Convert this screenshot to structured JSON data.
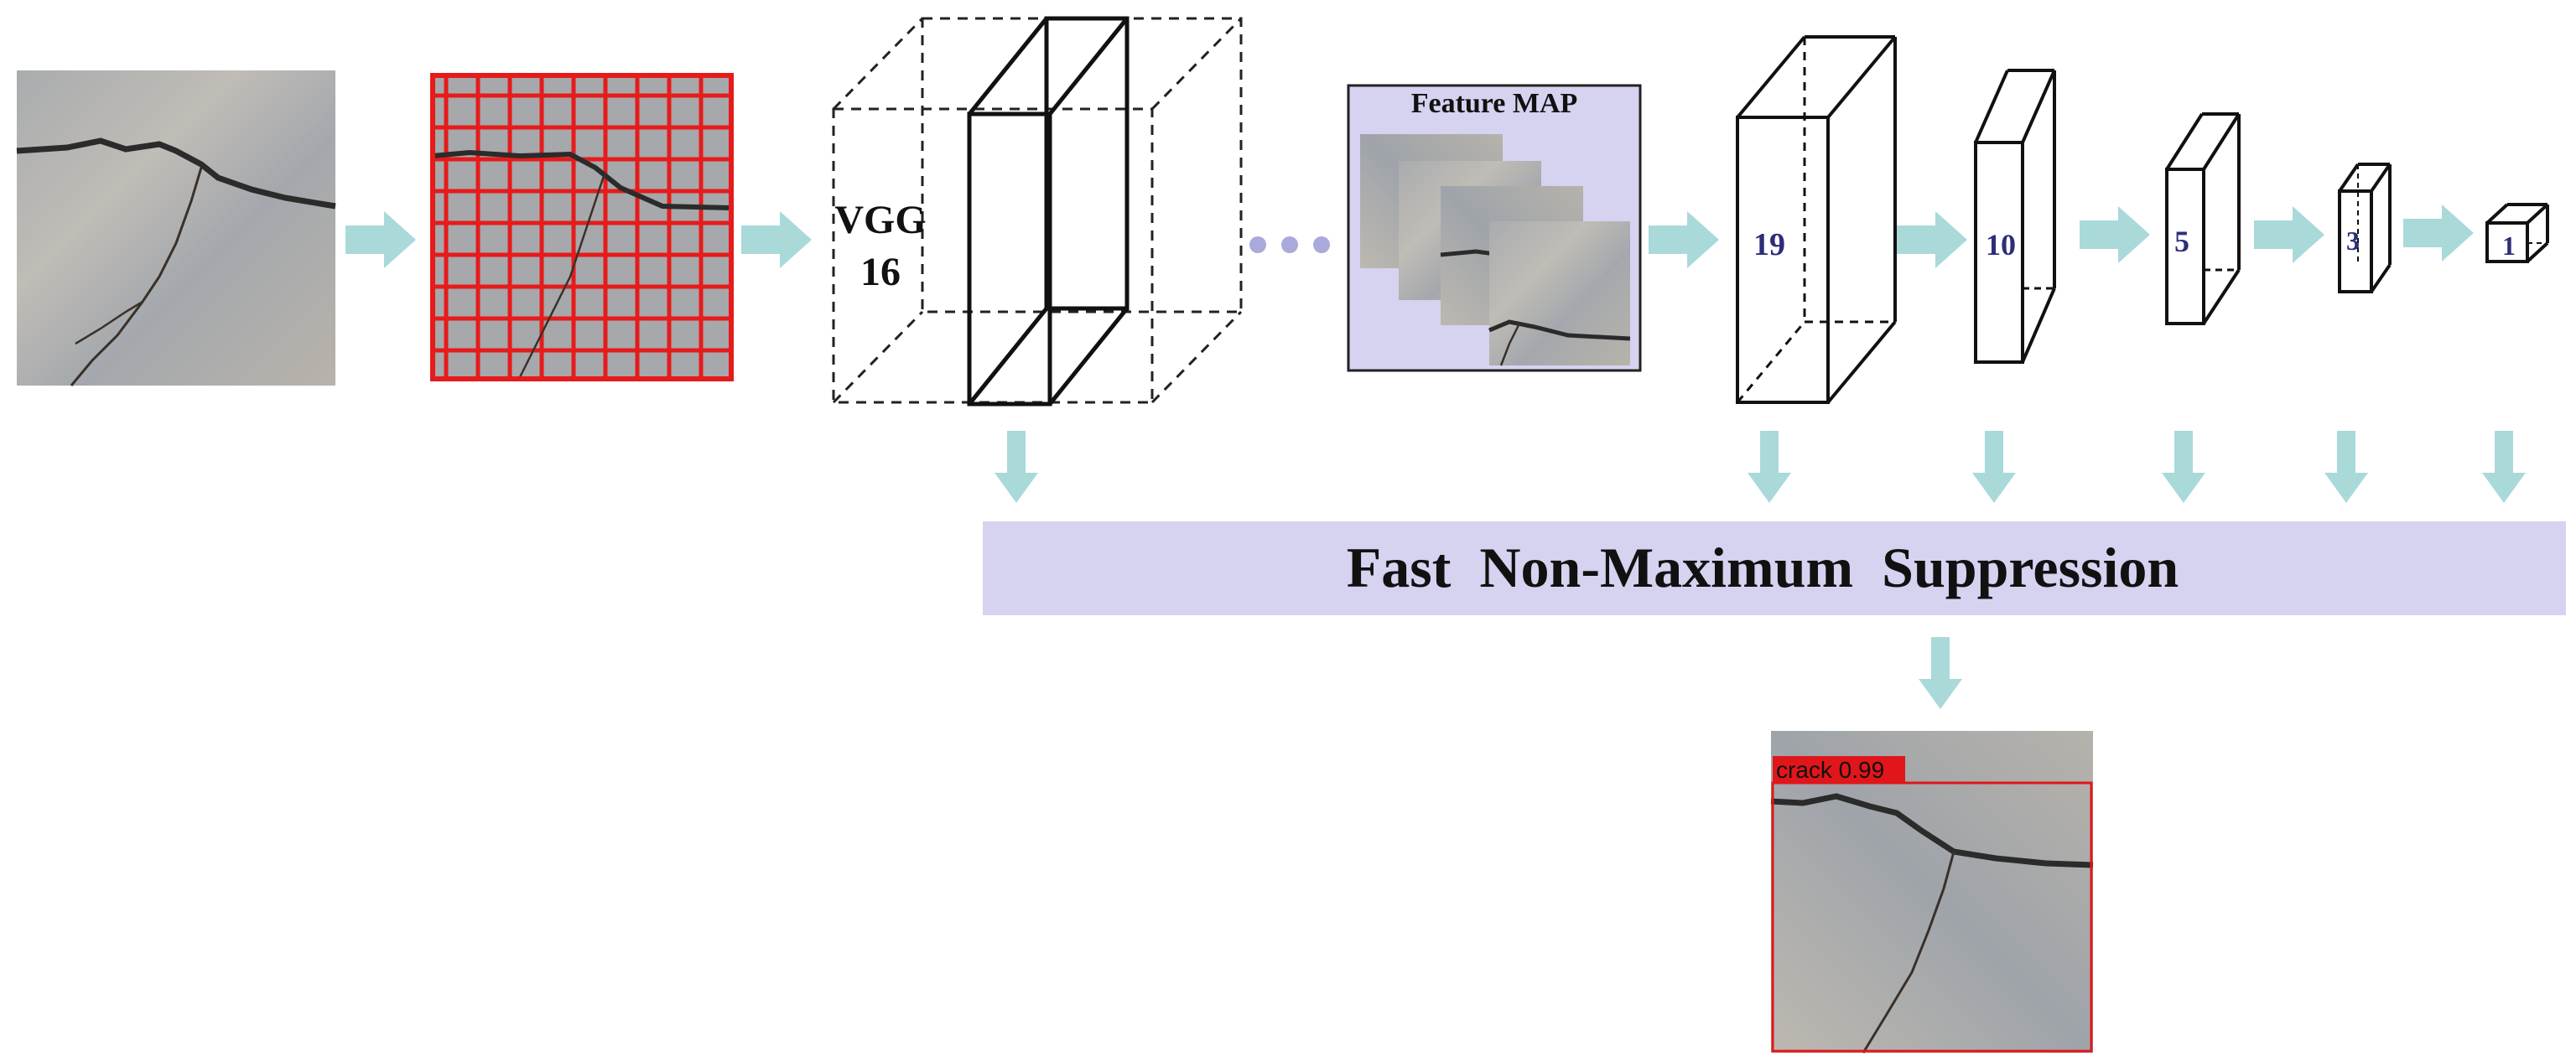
{
  "labels": {
    "vgg_line1": "VGG",
    "vgg_line2": "16",
    "feature_map": "Feature MAP",
    "nms": "Fast  Non-Maximum  Suppression",
    "detection": "crack 0.99"
  },
  "feature_scales": [
    "19",
    "10",
    "5",
    "3",
    "1"
  ],
  "colors": {
    "arrow": "#aad9da",
    "panel": "#d5d3f0",
    "grid": "#e61b1b",
    "scale_text": "#2d2e7a",
    "detection_box": "#e0161a",
    "dots": "#a9a9dc"
  }
}
